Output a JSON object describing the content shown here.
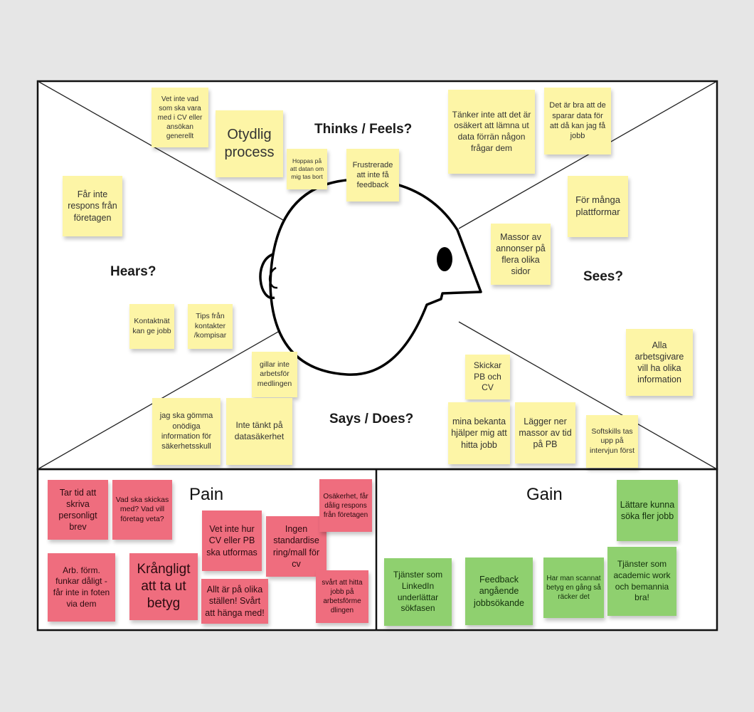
{
  "quadrants": {
    "thinks": "Thinks / Feels?",
    "hears": "Hears?",
    "sees": "Sees?",
    "says": "Says / Does?",
    "pain": "Pain",
    "gain": "Gain"
  },
  "colors": {
    "yellow_note": "#fdf5a6",
    "red_note": "#ef6d7e",
    "green_note": "#8fd06f",
    "frame": "#111111",
    "background": "#e6e6e6"
  },
  "notes": {
    "y1": "Vet inte vad som ska vara med i CV eller ansökan generellt",
    "y2": "Otydlig process",
    "y3": "Hoppas på att datan om mig tas bort",
    "y4": "Frustrerade att inte få feedback",
    "y5": "Tänker inte att det är osäkert att lämna ut data förrän någon frågar dem",
    "y6": "Det är bra att de sparar data för att då kan jag få jobb",
    "y7": "Får inte respons från företagen",
    "y8": "För många plattformar",
    "y9": "Massor av annonser på flera olika sidor",
    "y10": "Kontaktnät kan ge jobb",
    "y11": "Tips från kontakter /kompisar",
    "y12": "Alla arbetsgivare vill ha olika information",
    "y13": "gillar inte arbetsför medlingen",
    "y14": "Skickar PB och CV",
    "y15": "jag ska gömma onödiga information för säkerhetsskull",
    "y16": "Inte tänkt på datasäkerhet",
    "y17": "mina bekanta hjälper mig att hitta jobb",
    "y18": "Lägger ner massor av tid på PB",
    "y19": "Softskills tas upp på intervjun först",
    "r1": "Tar tid att skriva personligt brev",
    "r2": "Vad ska skickas med? Vad vill företag veta?",
    "r3": "Vet inte hur CV eller PB ska utformas",
    "r4": "Ingen standardise ring/mall för cv",
    "r5": "Osäkerhet, får dålig respons från företagen",
    "r6": "Arb. förm. funkar dåligt - får inte in foten via dem",
    "r7": "Krångligt att ta ut betyg",
    "r8": "Allt är på olika ställen! Svårt att hänga med!",
    "r9": "svårt att hitta jobb på arbetsförme dlingen",
    "g1": "Lättare kunna söka fler jobb",
    "g2": "Tjänster som LinkedIn underlättar sökfasen",
    "g3": "Feedback angående jobbsökande",
    "g4": "Har man scannat betyg en gång så räcker det",
    "g5": "Tjänster som academic work och bemannia bra!"
  }
}
